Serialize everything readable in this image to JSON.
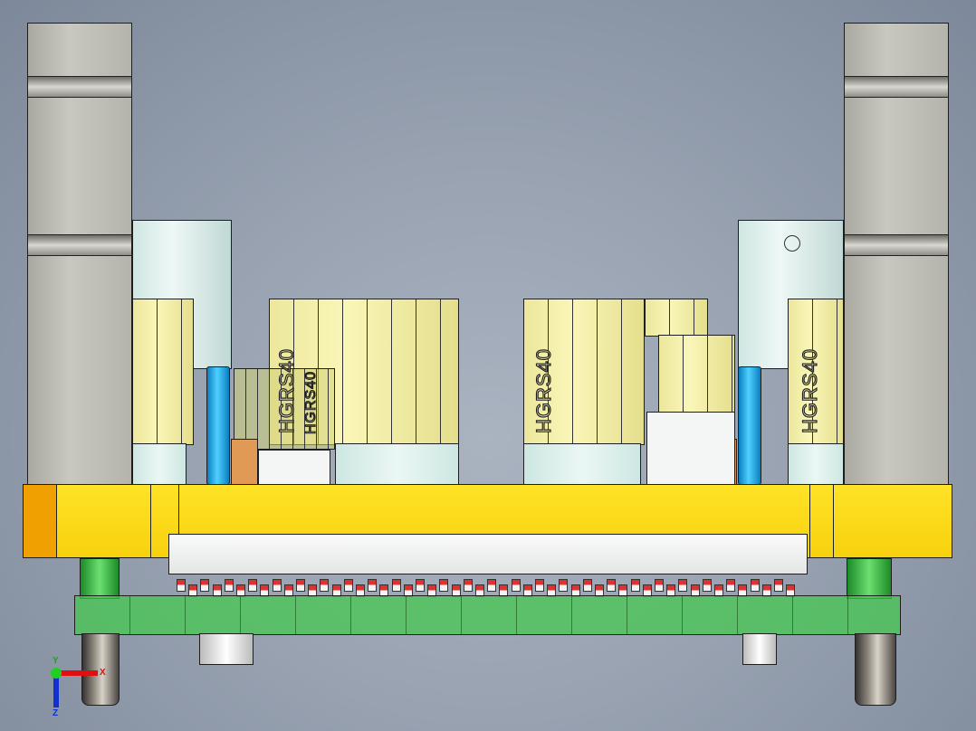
{
  "viewport": {
    "labels": {
      "block_left_center": "HGRS40",
      "block_left_center_ghost": "HGRS40",
      "block_right_center": "HGRS40",
      "block_right": "HGRS40"
    },
    "triad": {
      "x": "X",
      "y": "Y",
      "z": "Z"
    },
    "colors": {
      "plate": "#f9d616",
      "plate_end": "#f0a000",
      "block": "#faf6b8",
      "rod": "#2bb8f0",
      "green_plate": "#5fc85f",
      "column": "#c0c0b8"
    }
  }
}
